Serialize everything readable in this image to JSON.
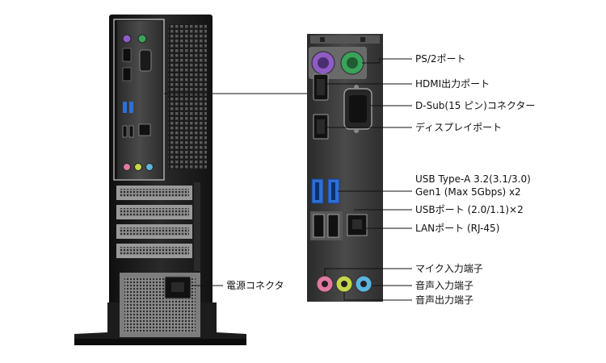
{
  "labels": {
    "power_connector": "電源コネクタ",
    "ps2": "PS/2ポート",
    "hdmi": "HDMI出力ポート",
    "dsub": "D-Sub(15 ピン)コネクター",
    "displayport": "ディスプレイポート",
    "usb_typea_line1": "USB Type-A 3.2(3.1/3.0)",
    "usb_typea_line2": "Gen1 (Max 5Gbps) x2",
    "usb2": "USBポート (2.0/1.1)×2",
    "lan": "LANポート (RJ-45)",
    "mic": "マイク入力端子",
    "line_in": "音声入力端子",
    "line_out": "音声出力端子"
  },
  "colors": {
    "case": "#1a1a1a",
    "io_plate": "#3c3c3c",
    "usb3_blue": "#2e6fd6",
    "ps2_keyboard": "#8e5cc4",
    "ps2_mouse": "#3aa35a",
    "audio_pink": "#e07aa2",
    "audio_green": "#c6d64a",
    "audio_blue": "#5ab4e0",
    "callout_line": "#111111"
  }
}
